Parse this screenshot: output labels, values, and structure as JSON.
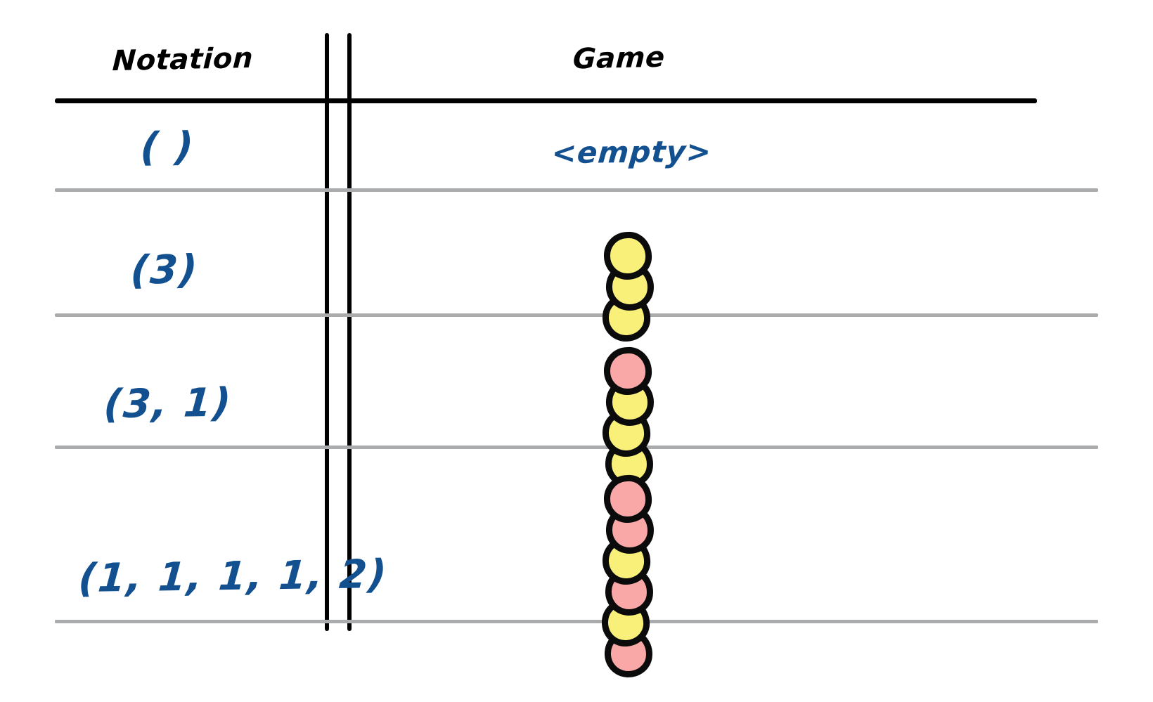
{
  "table": {
    "columns": [
      {
        "key": "notation",
        "label": "Notation"
      },
      {
        "key": "game",
        "label": "Game"
      }
    ],
    "rows": [
      {
        "notation": "( )",
        "game_text": "<empty>",
        "tokens": []
      },
      {
        "notation": "(3)",
        "game_text": "",
        "tokens": [
          "yellow",
          "yellow",
          "yellow"
        ]
      },
      {
        "notation": "(3, 1)",
        "game_text": "",
        "tokens": [
          "pink",
          "yellow",
          "yellow",
          "yellow"
        ]
      },
      {
        "notation": "(1, 1, 1, 1, 2)",
        "game_text": "",
        "tokens": [
          "pink",
          "pink",
          "yellow",
          "pink",
          "yellow",
          "pink"
        ]
      }
    ]
  },
  "colors": {
    "ink_black": "#000000",
    "ink_blue": "#12508f",
    "rule_gray": "#a9abac",
    "token_yellow": "#f9f07a",
    "token_pink": "#f9a7a7",
    "token_outline": "#0b0b0b",
    "background": "#ffffff"
  }
}
